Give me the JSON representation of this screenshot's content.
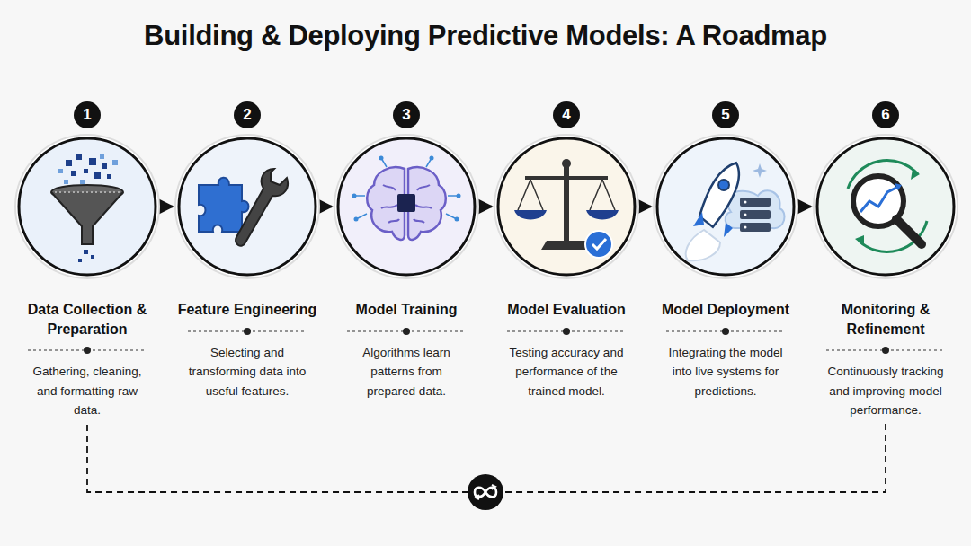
{
  "diagram": {
    "title": "Building & Deploying Predictive Models: A Roadmap",
    "nodes": [
      {
        "text": [
          "Data Collection & Preparation",
          "Gathering, cleaning, and formatting raw data."
        ]
      },
      {
        "text": [
          "Feature Engineering",
          "Selecting and transforming data into useful features."
        ]
      },
      {
        "text": [
          "Model Training",
          "Algorithms learn patterns from prepared data."
        ]
      },
      {
        "text": [
          "Model Evaluation",
          "Testing accuracy and performance of the trained model."
        ]
      },
      {
        "text": [
          "Model Deployment",
          "Integrating the model into live systems for predictions."
        ]
      },
      {
        "text": [
          "Monitoring & Refinement",
          "Continuously tracking and improving model performance."
        ]
      }
    ],
    "edges": [
      {
        "from": 0,
        "to": 1,
        "arrow": "to"
      },
      {
        "from": 1,
        "to": 2,
        "arrow": "to"
      },
      {
        "from": 2,
        "to": 3,
        "arrow": "to"
      },
      {
        "from": 3,
        "to": 4,
        "arrow": "to"
      },
      {
        "from": 4,
        "to": 5,
        "arrow": "to"
      },
      {
        "from": 5,
        "to": 0,
        "arrow": "none"
      }
    ],
    "labels": [
      "1",
      "2",
      "3",
      "4",
      "5",
      "6"
    ]
  }
}
